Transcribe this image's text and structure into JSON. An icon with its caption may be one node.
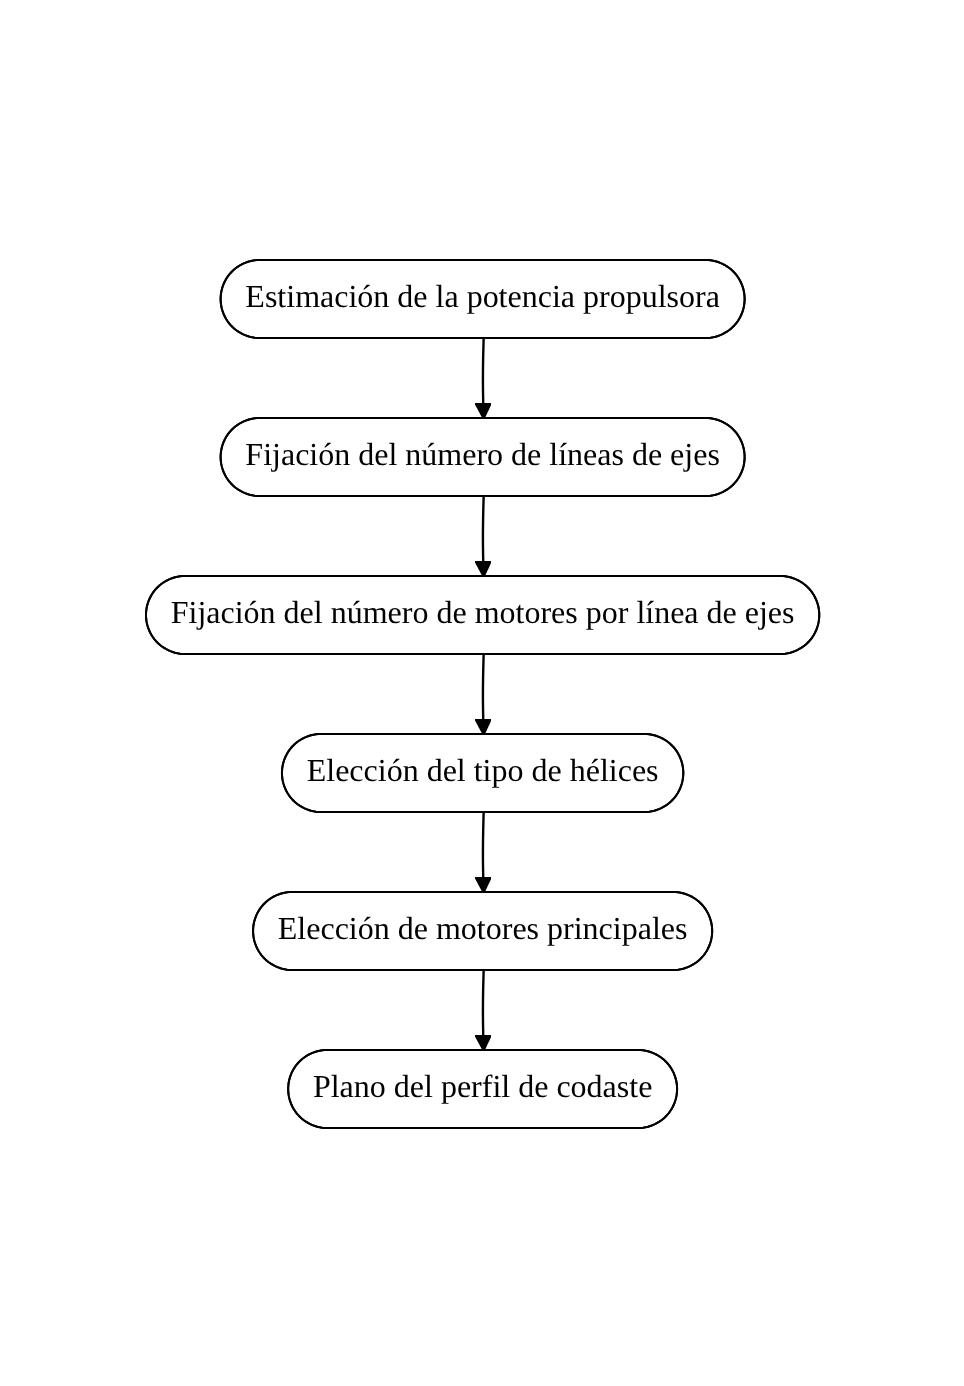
{
  "diagram": {
    "nodes": [
      {
        "text": [
          "Estimación de la potencia propulsora"
        ]
      },
      {
        "text": [
          "Fijación del número de líneas de ejes"
        ]
      },
      {
        "text": [
          "Fijación del número de motores por línea de ejes"
        ]
      },
      {
        "text": [
          "Elección del tipo de hélices"
        ]
      },
      {
        "text": [
          "Elección de motores principales"
        ]
      },
      {
        "text": [
          "Plano del perfil de codaste"
        ]
      }
    ],
    "edges": [
      {
        "from": 0,
        "to": 1,
        "arrow": "to"
      },
      {
        "from": 1,
        "to": 2,
        "arrow": "to"
      },
      {
        "from": 2,
        "to": 3,
        "arrow": "to"
      },
      {
        "from": 3,
        "to": 4,
        "arrow": "to"
      },
      {
        "from": 4,
        "to": 5,
        "arrow": "to"
      }
    ]
  }
}
